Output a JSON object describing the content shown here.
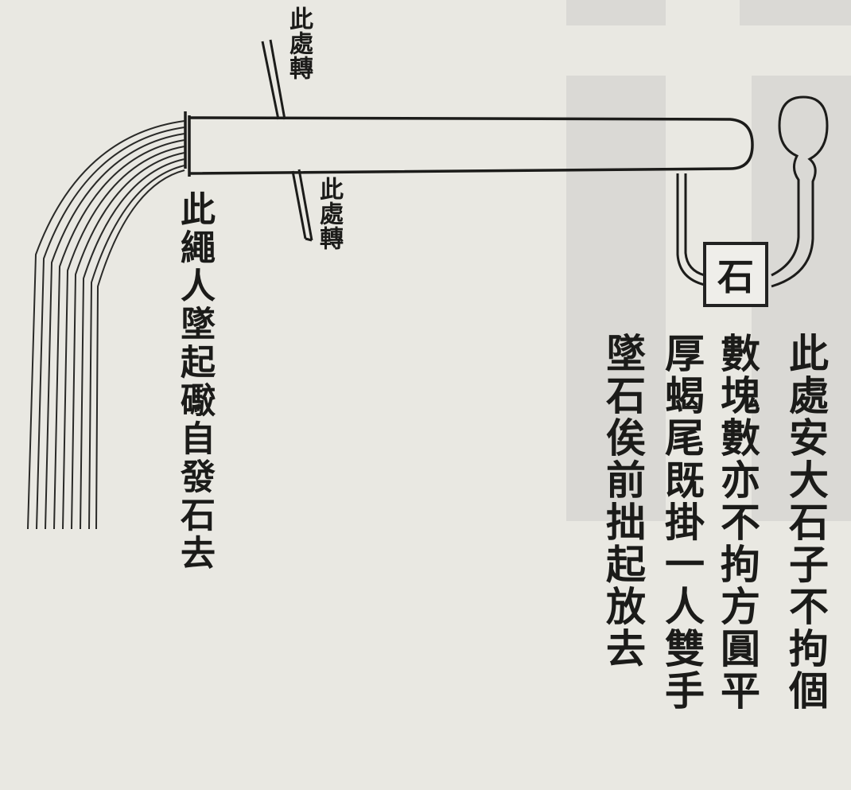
{
  "beam_labels": {
    "turn_top": "此處轉",
    "turn_bottom": "此處轉"
  },
  "rope_note": "此繩人墜起礮自發石去",
  "stone_label": "石",
  "description_columns": [
    "此處安大石子不拘個",
    "數塊數亦不拘方圓平",
    "厚蝎尾既掛一人雙手",
    "墜石俟前拙起放去"
  ]
}
